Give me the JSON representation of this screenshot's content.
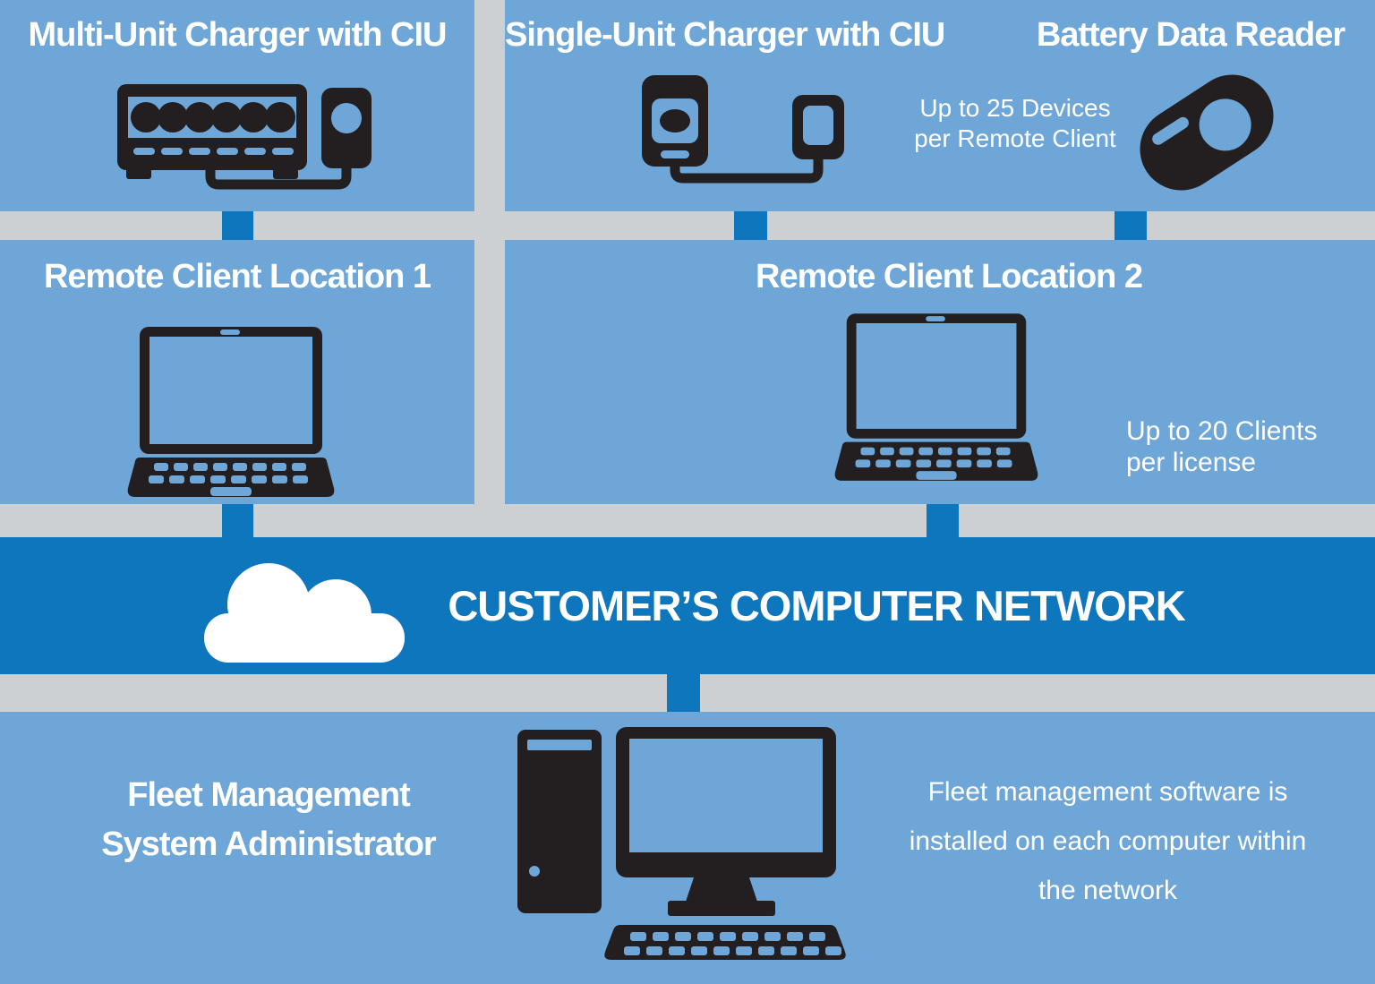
{
  "colors": {
    "background_gray": "#cdd0d2",
    "panel_blue": "#6fa6d8",
    "network_blue": "#0e76bd",
    "icon_black": "#231f20",
    "text_white": "#ffffff"
  },
  "row1": {
    "multi_unit_charger": {
      "title": "Multi-Unit Charger with CIU"
    },
    "single_unit_charger": {
      "title": "Single-Unit Charger with CIU"
    },
    "battery_data_reader": {
      "title": "Battery Data Reader",
      "note": [
        "Up to 25 Devices",
        "per Remote Client"
      ]
    }
  },
  "row2": {
    "remote_client_1": {
      "title": "Remote Client Location 1"
    },
    "remote_client_2": {
      "title": "Remote Client Location 2",
      "note": [
        "Up to 20 Clients",
        "per license"
      ]
    }
  },
  "network_band": {
    "title": "CUSTOMER’S COMPUTER NETWORK"
  },
  "bottom": {
    "admin": {
      "title": [
        "Fleet Management",
        "System Administrator"
      ]
    },
    "note": [
      "Fleet management software is",
      "installed on each computer within",
      "the network"
    ]
  }
}
